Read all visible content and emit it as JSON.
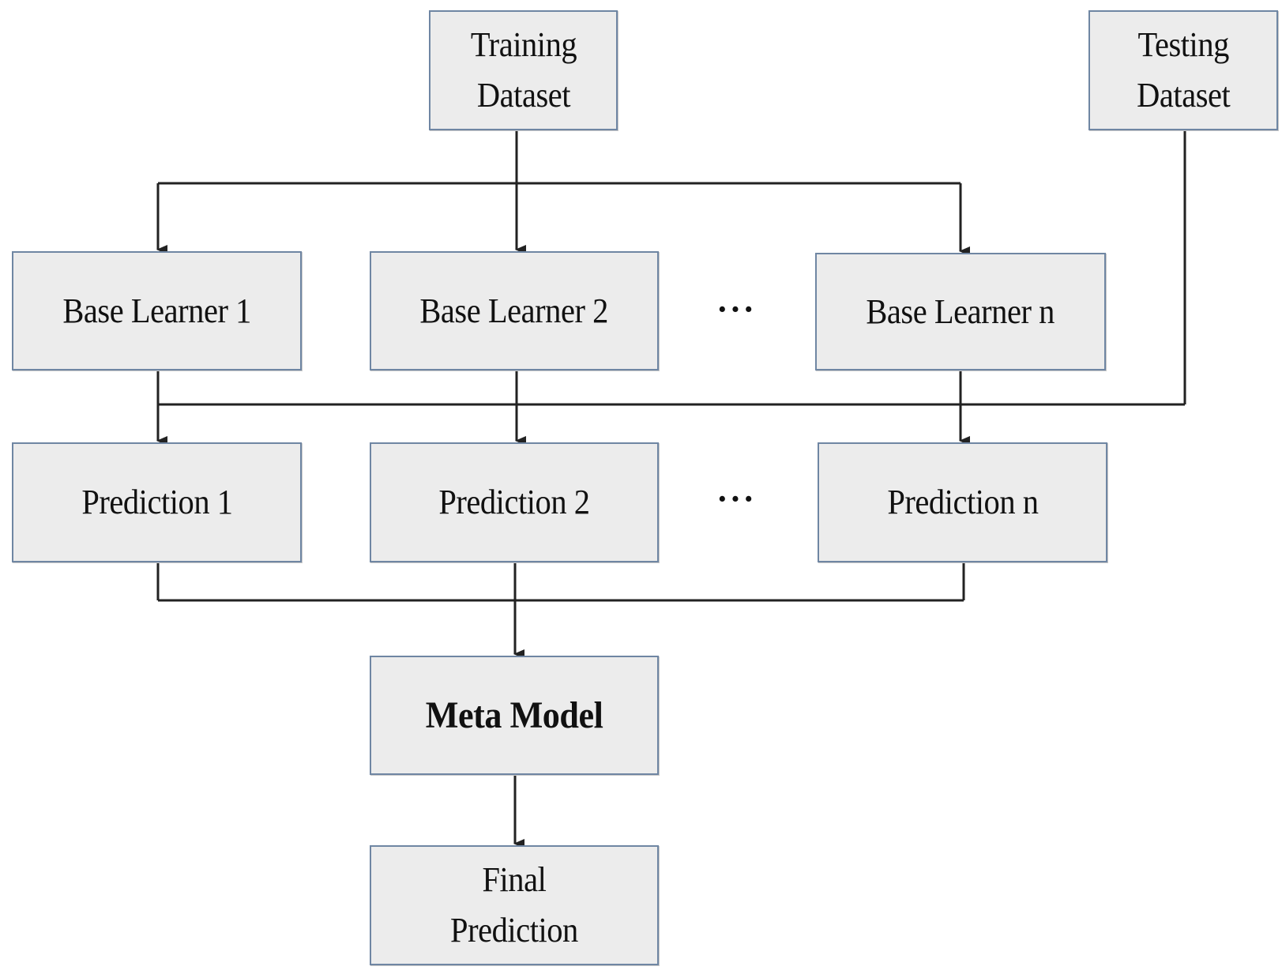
{
  "nodes": {
    "training_dataset": "Training\nDataset",
    "testing_dataset": "Testing\nDataset",
    "base_learner_1": "Base Learner 1",
    "base_learner_2": "Base Learner 2",
    "base_learner_n": "Base Learner n",
    "prediction_1": "Prediction 1",
    "prediction_2": "Prediction 2",
    "prediction_n": "Prediction n",
    "meta_model": "Meta Model",
    "final_prediction": "Final\nPrediction"
  },
  "ellipsis": "···",
  "colors": {
    "node_fill": "#ececec",
    "node_border": "#6f86a3",
    "line": "#222222"
  }
}
